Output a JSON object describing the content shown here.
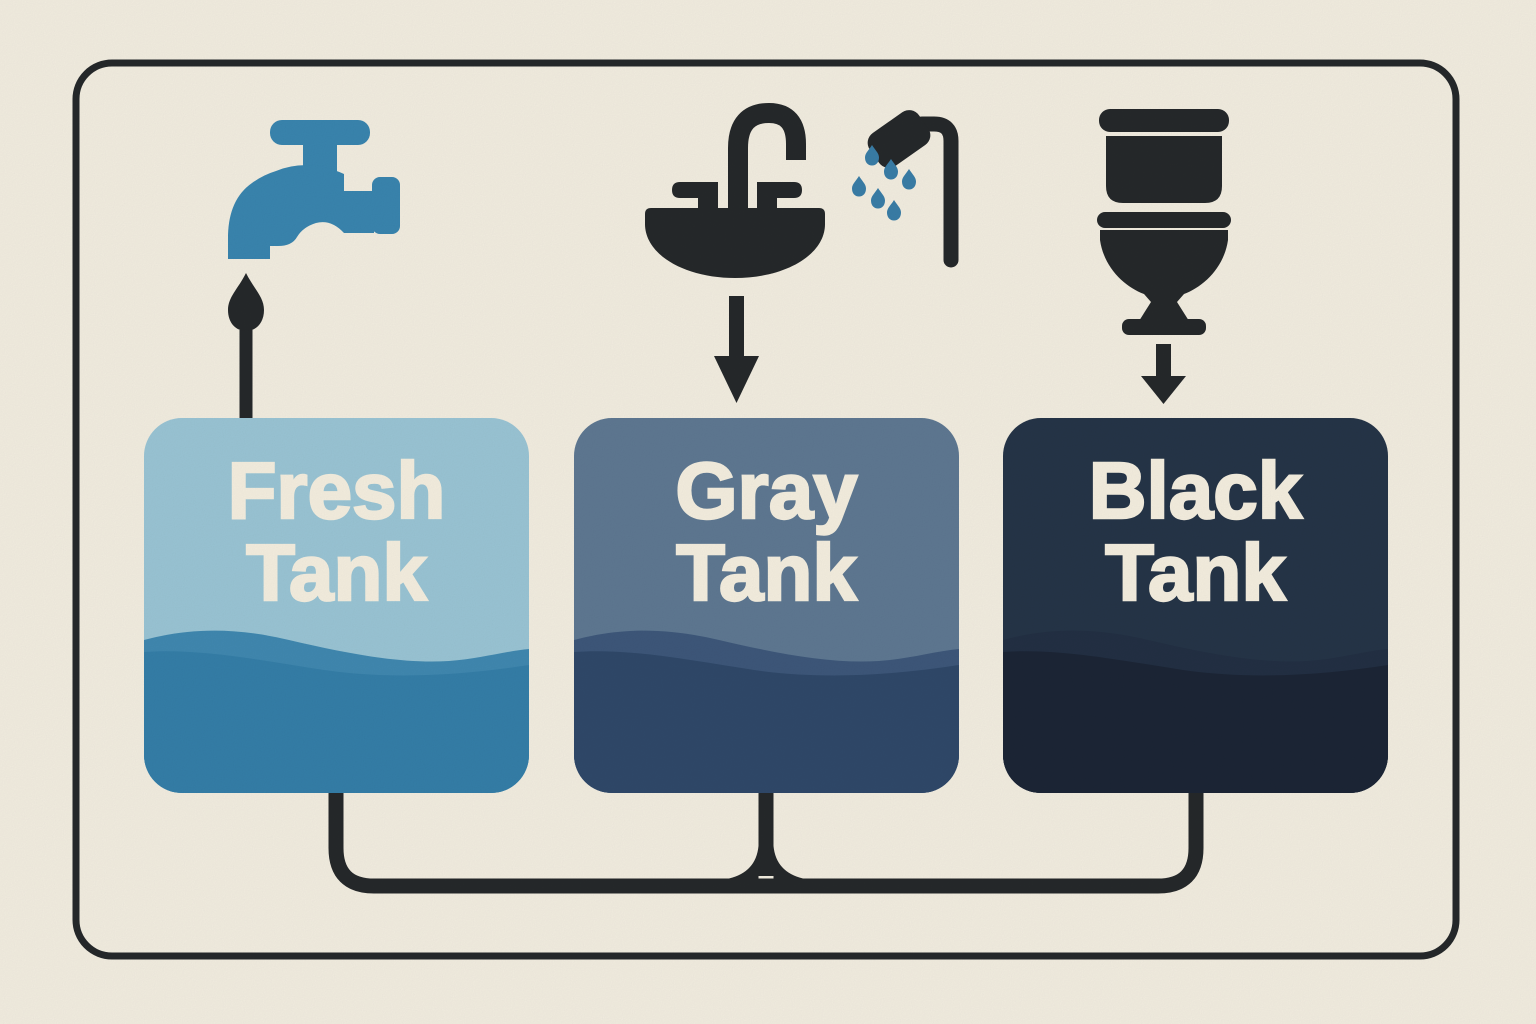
{
  "theme": {
    "bg": "#f4efe2",
    "ink": "#26292b",
    "faucet_blue": "#3a86b0",
    "drop_blue": "#3a7ea8",
    "label_color": "#f6f0e1"
  },
  "diagram": {
    "kind": "rv-water-tank-flow-diagram",
    "tanks": [
      {
        "id": "fresh-tank",
        "label_lines": [
          "Fresh",
          "Tank"
        ],
        "input_icon": "faucet-icon",
        "flow_arrow": "up",
        "colors": {
          "top": "#9bc6d6",
          "sheen": "#4189b1",
          "deep": "#357fa9"
        }
      },
      {
        "id": "gray-tank",
        "label_lines": [
          "Gray",
          "Tank"
        ],
        "input_icon": "sink-and-shower-icon",
        "flow_arrow": "down",
        "colors": {
          "top": "#5f7993",
          "sheen": "#3e587b",
          "deep": "#30496a"
        }
      },
      {
        "id": "black-tank",
        "label_lines": [
          "Black",
          "Tank"
        ],
        "input_icon": "toilet-icon",
        "flow_arrow": "down",
        "colors": {
          "top": "#263548",
          "sheen": "#233044",
          "deep": "#1c2636"
        }
      }
    ]
  }
}
